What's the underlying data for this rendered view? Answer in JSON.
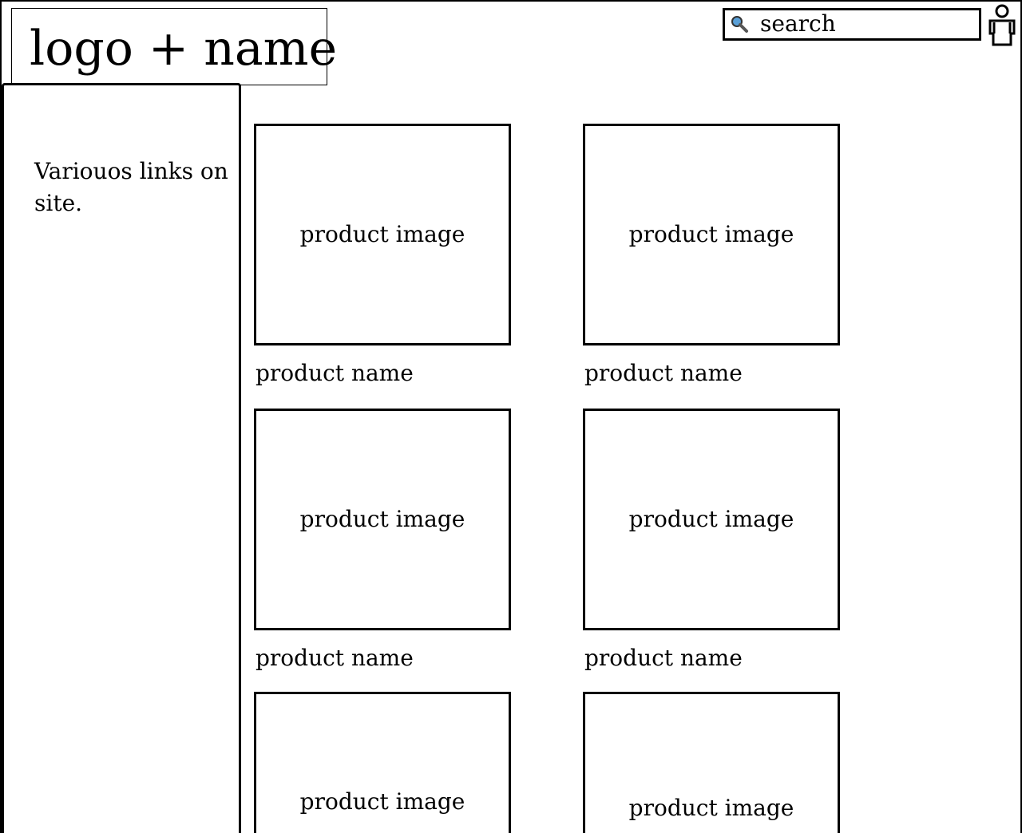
{
  "header": {
    "logo_text": "logo + name",
    "search": {
      "placeholder": "search"
    }
  },
  "sidebar": {
    "text": "Variouos links on site."
  },
  "products": [
    {
      "image_label": "product image",
      "name": "product name"
    },
    {
      "image_label": "product image",
      "name": "product name"
    },
    {
      "image_label": "product image",
      "name": "product name"
    },
    {
      "image_label": "product image",
      "name": "product name"
    },
    {
      "image_label": "product image"
    },
    {
      "image_label": "product image"
    }
  ],
  "icons": {
    "search": "magnifier-icon",
    "user": "user-icon"
  }
}
